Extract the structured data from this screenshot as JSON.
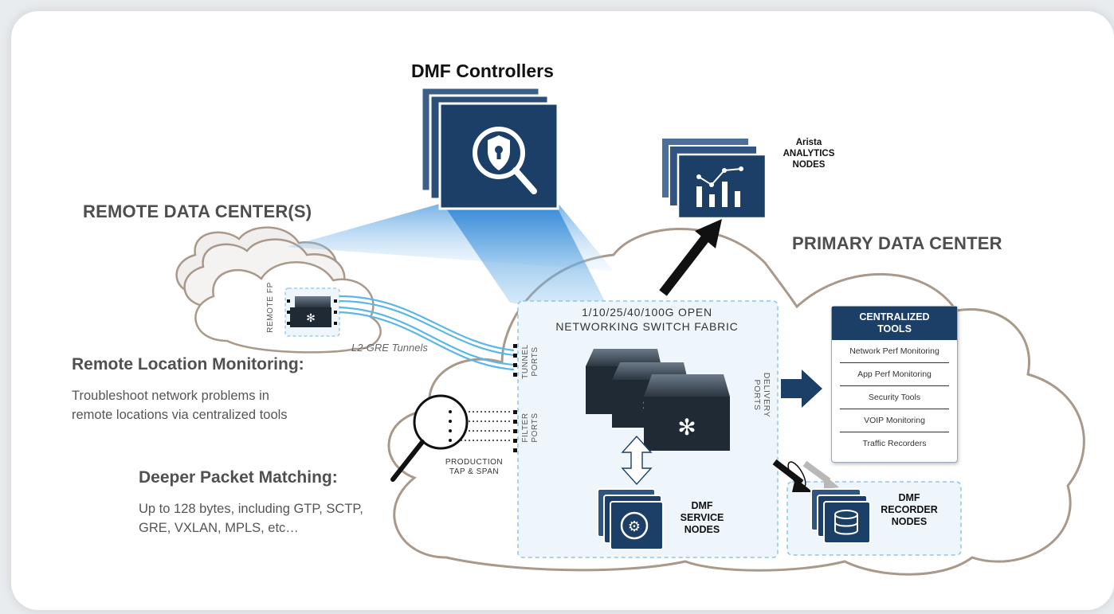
{
  "title": "DMF Controllers",
  "remote_dc": {
    "heading": "REMOTE DATA CENTER(S)",
    "fp_label": "REMOTE FP",
    "tunnels_label": "L2-GRE Tunnels"
  },
  "primary_dc": {
    "heading": "PRIMARY DATA CENTER",
    "fabric_label_line1": "1/10/25/40/100G OPEN",
    "fabric_label_line2": "NETWORKING SWITCH FABRIC",
    "tunnel_ports": "TUNNEL PORTS",
    "filter_ports": "FILTER PORTS",
    "delivery_ports": "DELIVERY PORTS",
    "production_line1": "PRODUCTION",
    "production_line2": "TAP & SPAN"
  },
  "analytics": {
    "line1": "Arista",
    "line2": "ANALYTICS",
    "line3": "NODES"
  },
  "service_nodes": {
    "line1": "DMF",
    "line2": "SERVICE",
    "line3": "NODES"
  },
  "recorder_nodes": {
    "line1": "DMF",
    "line2": "RECORDER",
    "line3": "NODES"
  },
  "centralized_tools": {
    "title_line1": "CENTRALIZED",
    "title_line2": "TOOLS",
    "items": [
      "Network Perf Monitoring",
      "App Perf Monitoring",
      "Security Tools",
      "VOIP Monitoring",
      "Traffic Recorders"
    ]
  },
  "remote_monitoring": {
    "heading": "Remote Location Monitoring:",
    "line1": "Troubleshoot network problems in",
    "line2": "remote locations via centralized tools"
  },
  "packet_matching": {
    "heading": "Deeper Packet Matching:",
    "line1": "Up to 128 bytes, including GTP, SCTP,",
    "line2": "GRE, VXLAN, MPLS, etc…"
  },
  "colors": {
    "navy": "#1b3f66",
    "cloud_outline": "#a8998a",
    "beam": "#5aa3e0",
    "fabric_bg": "#eef6fc",
    "tunnel": "#5bb7e6"
  }
}
